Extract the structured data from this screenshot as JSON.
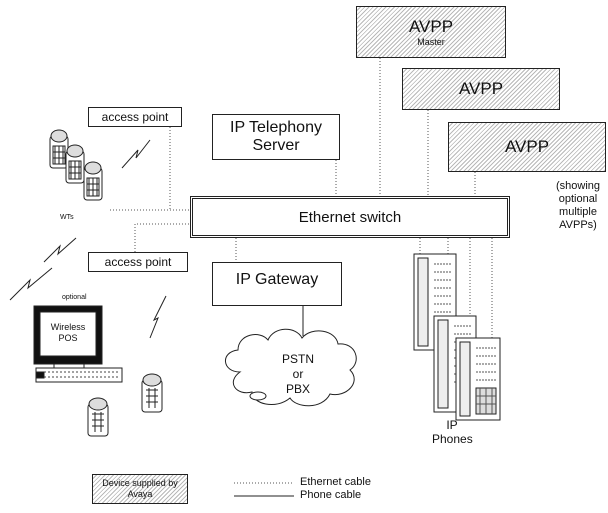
{
  "avpp_master": {
    "title": "AVPP",
    "subtitle": "Master"
  },
  "avpp_2": {
    "title": "AVPP"
  },
  "avpp_3": {
    "title": "AVPP"
  },
  "avpp_note": [
    "(showing",
    "optional",
    "multiple",
    "AVPPs)"
  ],
  "access_point_top": {
    "label": "access point"
  },
  "access_point_bottom": {
    "label": "access point"
  },
  "ip_telephony_server": {
    "line1": "IP Telephony",
    "line2": "Server"
  },
  "ethernet_switch": {
    "label": "Ethernet switch"
  },
  "ip_gateway": {
    "label": "IP Gateway"
  },
  "pstn": {
    "line1": "PSTN",
    "line2": "or",
    "line3": "PBX"
  },
  "wts_label": "WTs",
  "optional_label": "optional",
  "pos": {
    "line1": "Wireless",
    "line2": "POS"
  },
  "ip_phones": {
    "line1": "IP",
    "line2": "Phones"
  },
  "legend": {
    "device_label_line1": "Device supplied by",
    "device_label_line2": "Avaya",
    "ethernet_cable": "Ethernet cable",
    "phone_cable": "Phone cable"
  },
  "colors": {
    "stroke": "#222222",
    "hatch": "#b9b9b9",
    "screen": "#111111"
  }
}
